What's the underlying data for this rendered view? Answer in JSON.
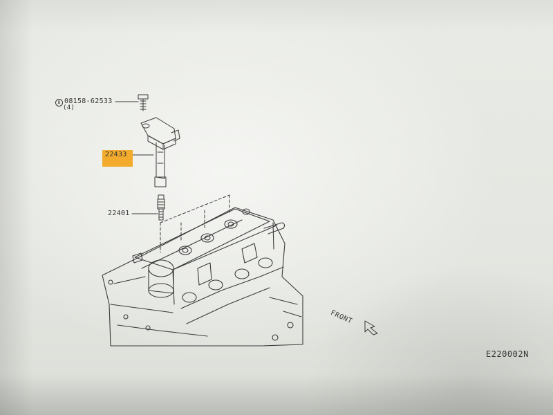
{
  "parts": {
    "bolt": {
      "part_no": "08158-62533",
      "qty": "(4)",
      "symbol": "B"
    },
    "coil": {
      "part_no": "22433"
    },
    "plug": {
      "part_no": "22401"
    }
  },
  "front_label": "FRONT",
  "figure_code": "E220002N",
  "colors": {
    "highlight": "#f2a51c",
    "line": "#333333"
  }
}
